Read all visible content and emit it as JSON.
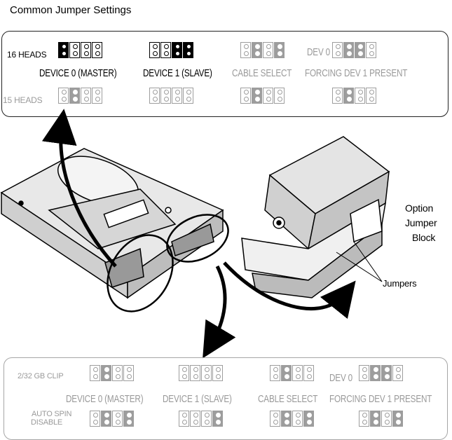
{
  "title": "Common Jumper Settings",
  "top_panel": {
    "row1_label": "16 HEADS",
    "row2_label": "15 HEADS",
    "columns": [
      "DEVICE 0 (MASTER)",
      "DEVICE 1 (SLAVE)",
      "CABLE SELECT",
      "FORCING DEV 1 PRESENT"
    ],
    "dev0_label": "DEV 0"
  },
  "bottom_panel": {
    "row1_label": "2/32 GB CLIP",
    "row2_label_line1": "AUTO SPIN",
    "row2_label_line2": "DISABLE",
    "columns": [
      "DEVICE 0 (MASTER)",
      "DEVICE 1 (SLAVE)",
      "CABLE SELECT",
      "FORCING DEV 1 PRESENT"
    ],
    "dev0_label": "DEV 0"
  },
  "callouts": {
    "option_line1": "Option",
    "option_line2": "Jumper",
    "option_line3": "Block",
    "jumpers": "Jumpers"
  },
  "colors": {
    "active": "#000000",
    "inactive": "#9d9d9d"
  }
}
